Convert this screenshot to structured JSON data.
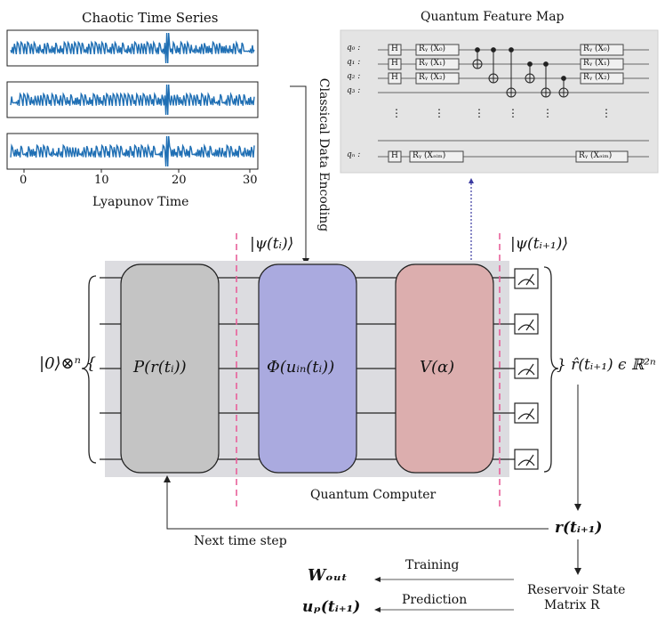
{
  "timeseries": {
    "title": "Chaotic Time Series",
    "xlabel": "Lyapunov Time",
    "xticks": [
      "0",
      "10",
      "20",
      "30"
    ]
  },
  "feature_map": {
    "title": "Quantum Feature Map",
    "qubits": [
      "q₀ :",
      "q₁ :",
      "q₂ :",
      "q₃ :",
      "qₙ :"
    ],
    "h_label": "H",
    "ry_labels": [
      "Rᵧ (X₀)",
      "Rᵧ (X₁)",
      "Rᵧ (X₂)"
    ],
    "ry_dim": "Rᵧ (Xₔᵢₘ)",
    "ry_right_labels": [
      "Rᵧ (X₀)",
      "Rᵧ (X₁)",
      "Rᵧ (X₂)"
    ],
    "ry_dim_right": "Rᵧ (Xₔᵢₘ)",
    "dots": "⋮"
  },
  "labels": {
    "classical_encoding": "Classical Data Encoding",
    "psi_ti": "|ψ(tᵢ)⟩",
    "psi_ti1": "|ψ(tᵢ₊₁)⟩",
    "input_state": "|0⟩⊗ⁿ {",
    "p_block": "P(r(tᵢ))",
    "phi_block": "Φ(uᵢₙ(tᵢ))",
    "v_block": "V(α)",
    "r_hat": "} r̂(tᵢ₊₁) ϵ ℝ²ⁿ",
    "quantum_computer": "Quantum Computer",
    "r_next": "r(tᵢ₊₁)",
    "next_time_step": "Next time step",
    "w_out": "Wₒᵤₜ",
    "training": "Training",
    "u_p": "uₚ(tᵢ₊₁)",
    "prediction": "Prediction",
    "reservoir_line1": "Reservoir State",
    "reservoir_line2": "Matrix R"
  },
  "colors": {
    "series": "#1f6fb4",
    "p_block": "#c4c4c4",
    "phi_block": "#aaaadf",
    "v_block": "#dcaeae",
    "qc_background": "#dcdce0",
    "feature_map_bg": "#e4e4e4",
    "dashed": "#e8609a"
  }
}
